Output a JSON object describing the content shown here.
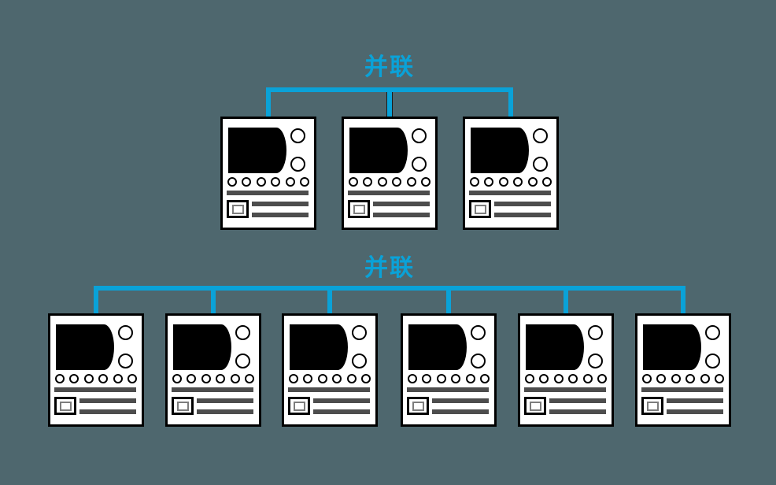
{
  "diagram": {
    "background_color": "#4E676E",
    "accent_color": "#0AA2D8",
    "groups": [
      {
        "label": "并联",
        "machine_count": 3
      },
      {
        "label": "并联",
        "machine_count": 6
      }
    ],
    "machine_icon": {
      "body_color": "#FFFFFF",
      "outline_color": "#000000",
      "display_color": "#000000",
      "bar_color": "#4D4D4D",
      "switch_inner_border_color": "#7D7D7D",
      "knob_count": 2,
      "port_count": 6,
      "detail_bar_count": 2
    }
  }
}
